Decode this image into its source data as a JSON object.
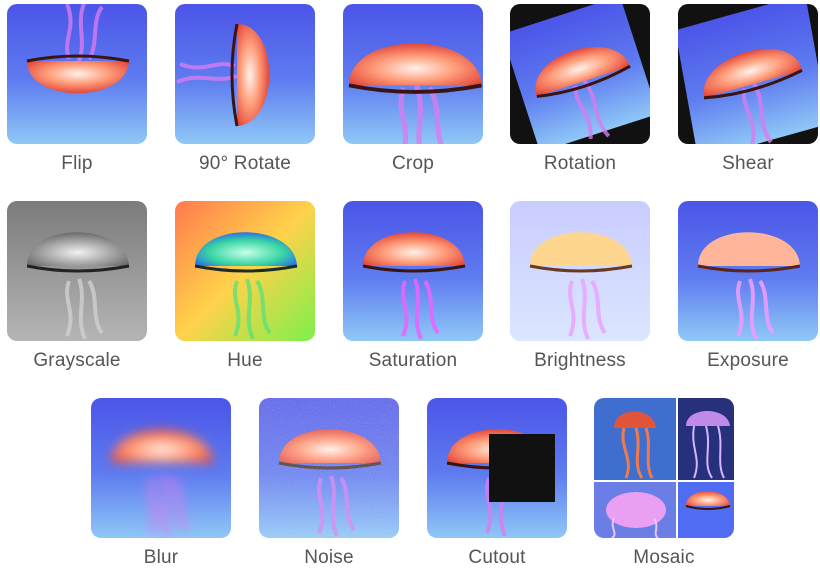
{
  "tiles": [
    {
      "id": "flip",
      "label": "Flip"
    },
    {
      "id": "rotate90",
      "label": "90° Rotate"
    },
    {
      "id": "crop",
      "label": "Crop"
    },
    {
      "id": "rotation",
      "label": "Rotation"
    },
    {
      "id": "shear",
      "label": "Shear"
    },
    {
      "id": "grayscale",
      "label": "Grayscale"
    },
    {
      "id": "hue",
      "label": "Hue"
    },
    {
      "id": "saturation",
      "label": "Saturation"
    },
    {
      "id": "brightness",
      "label": "Brightness"
    },
    {
      "id": "exposure",
      "label": "Exposure"
    },
    {
      "id": "blur",
      "label": "Blur"
    },
    {
      "id": "noise",
      "label": "Noise"
    },
    {
      "id": "cutout",
      "label": "Cutout"
    },
    {
      "id": "mosaic",
      "label": "Mosaic"
    }
  ],
  "colors": {
    "background_blue": "#4f6cf2",
    "background_light": "#7ec3f5",
    "bell": "#f06a4a",
    "bell_highlight": "#ffe0d6",
    "tentacle": "#d77cf0",
    "label_text": "#555555"
  }
}
